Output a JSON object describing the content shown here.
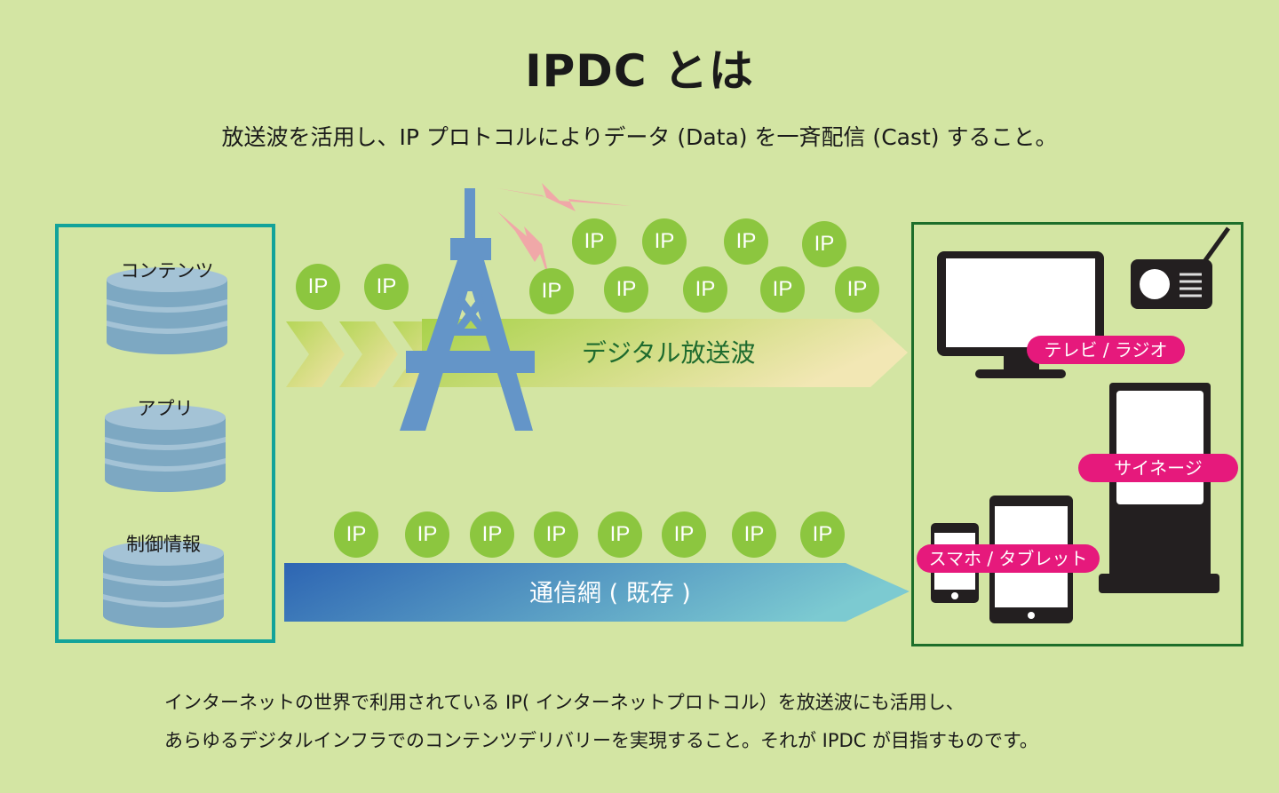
{
  "title": "IPDC とは",
  "subtitle": "放送波を活用し、IP プロトコルによりデータ (Data) を一斉配信 (Cast) すること。",
  "sources": {
    "items": [
      {
        "label": "コンテンツ"
      },
      {
        "label": "アプリ"
      },
      {
        "label": "制御情報"
      }
    ]
  },
  "broadcast": {
    "label": "デジタル放送波",
    "packet_label": "IP",
    "packet_count": 11
  },
  "network": {
    "label": "通信網 ( 既存 )",
    "packet_label": "IP",
    "packet_count": 8
  },
  "devices": {
    "tv_radio": "テレビ / ラジオ",
    "signage": "サイネージ",
    "mobile": "スマホ / タブレット"
  },
  "footer": {
    "line1": "インターネットの世界で利用されている IP( インターネットプロトコル）を放送波にも活用し、",
    "line2": "あらゆるデジタルインフラでのコンテンツデリバリーを実現すること。それが IPDC が目指すものです。"
  },
  "colors": {
    "background": "#d3e5a3",
    "ip_packet": "#8cc63f",
    "tower": "#6495c8",
    "source_border": "#12a39a",
    "device_border": "#1d6e2a",
    "label_pill": "#e6197c",
    "broadcast_text": "#1e6b2e"
  }
}
